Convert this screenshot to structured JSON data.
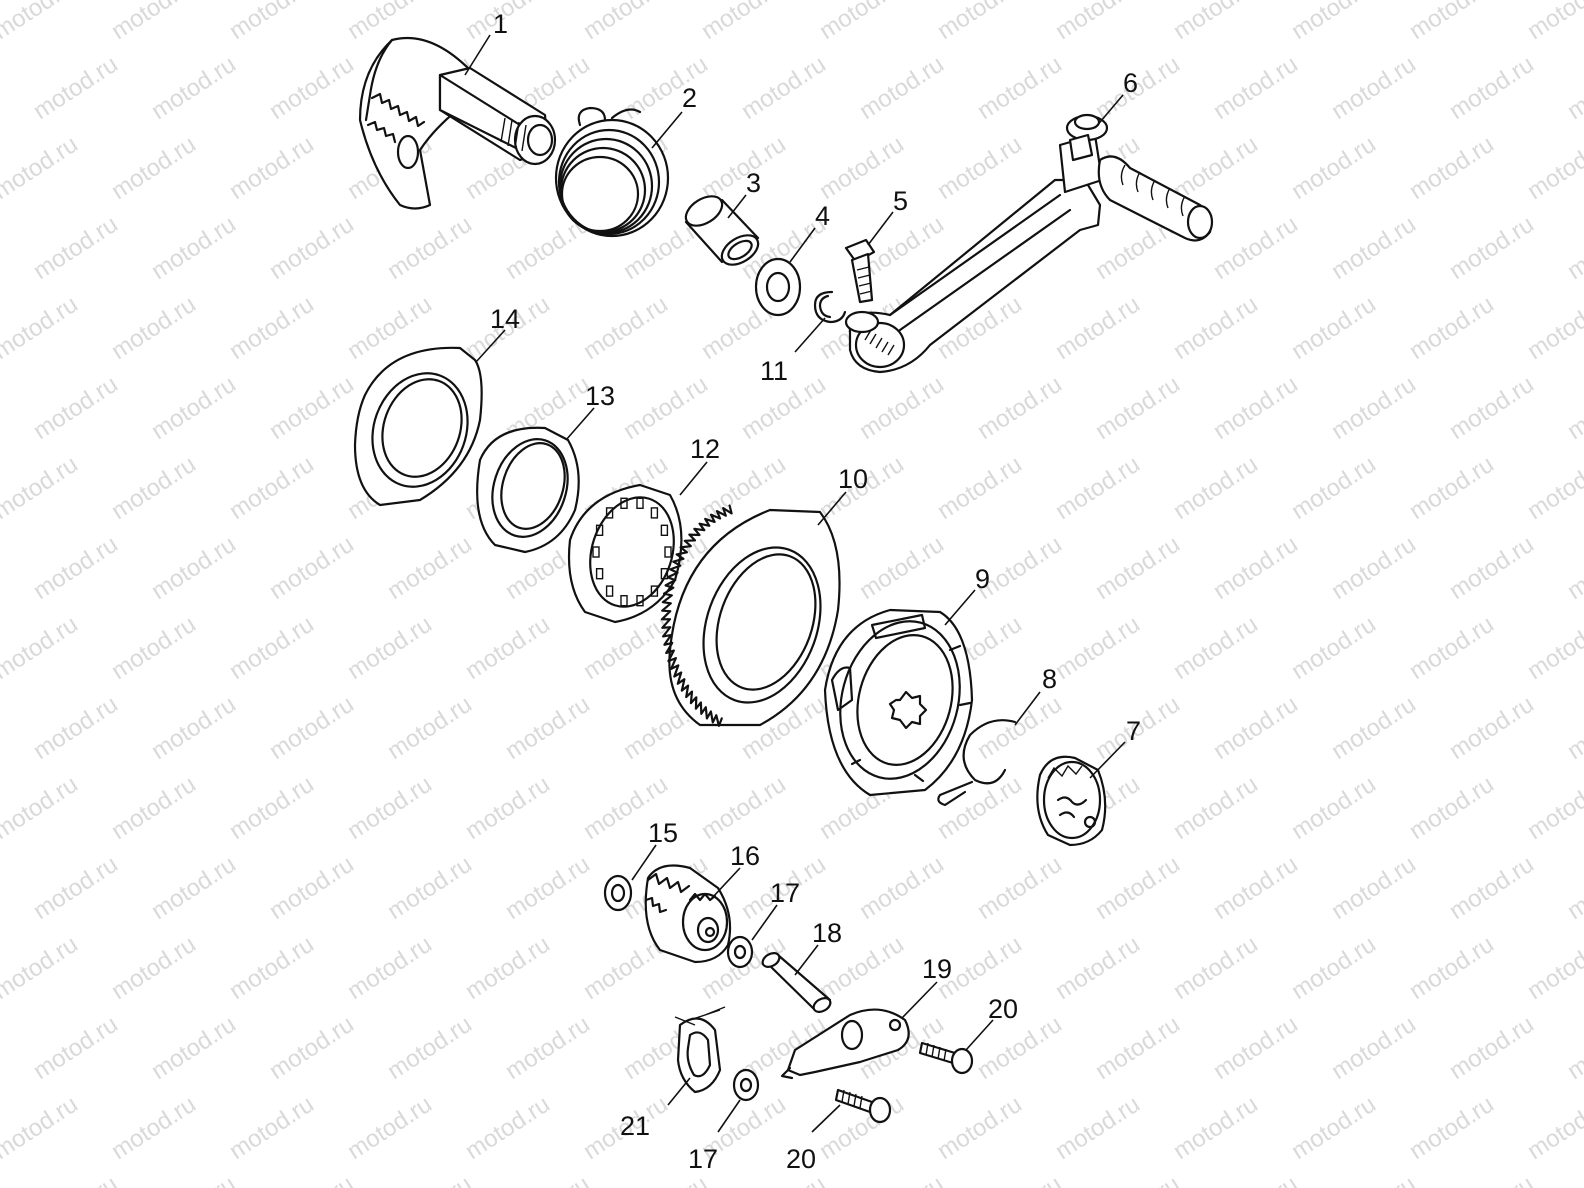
{
  "watermark": {
    "text": "motod.ru",
    "color": "#d9d9d9"
  },
  "diagram": {
    "ink_color": "#111111",
    "labels": [
      {
        "id": "label-1",
        "text": "1"
      },
      {
        "id": "label-2",
        "text": "2"
      },
      {
        "id": "label-3",
        "text": "3"
      },
      {
        "id": "label-4",
        "text": "4"
      },
      {
        "id": "label-5",
        "text": "5"
      },
      {
        "id": "label-6",
        "text": "6"
      },
      {
        "id": "label-7",
        "text": "7"
      },
      {
        "id": "label-8",
        "text": "8"
      },
      {
        "id": "label-9",
        "text": "9"
      },
      {
        "id": "label-10",
        "text": "10"
      },
      {
        "id": "label-11",
        "text": "11"
      },
      {
        "id": "label-12",
        "text": "12"
      },
      {
        "id": "label-13",
        "text": "13"
      },
      {
        "id": "label-14",
        "text": "14"
      },
      {
        "id": "label-15",
        "text": "15"
      },
      {
        "id": "label-16",
        "text": "16"
      },
      {
        "id": "label-17a",
        "text": "17"
      },
      {
        "id": "label-17b",
        "text": "17"
      },
      {
        "id": "label-18",
        "text": "18"
      },
      {
        "id": "label-19",
        "text": "19"
      },
      {
        "id": "label-20a",
        "text": "20"
      },
      {
        "id": "label-20b",
        "text": "20"
      },
      {
        "id": "label-21",
        "text": "21"
      }
    ]
  }
}
